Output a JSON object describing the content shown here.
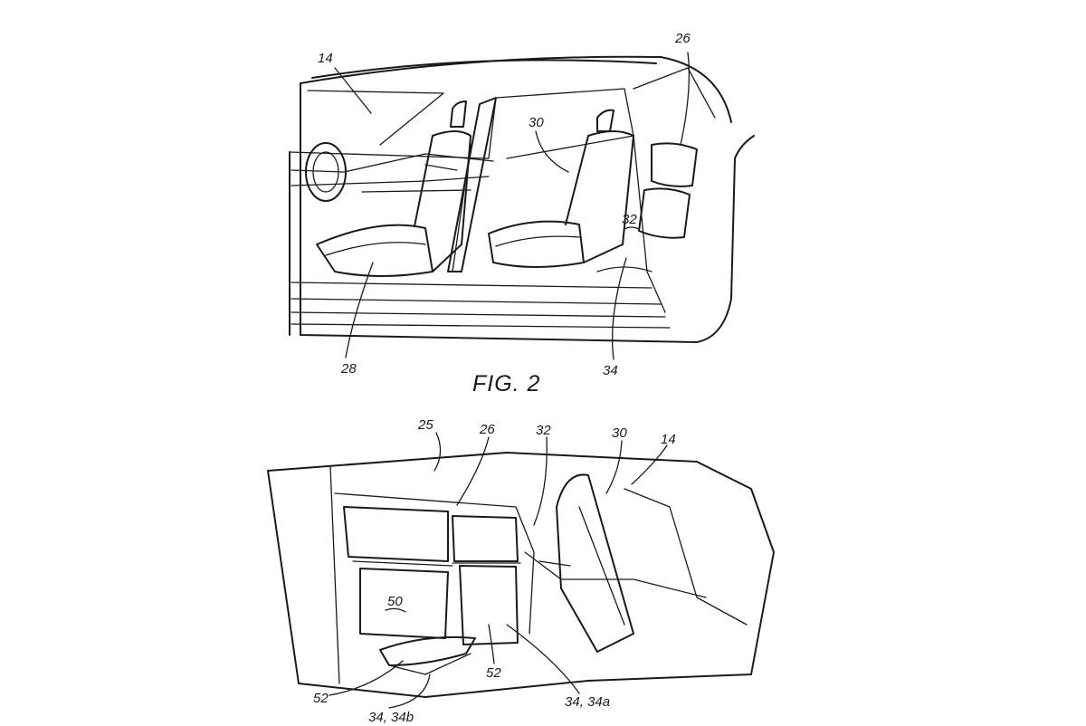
{
  "figure2": {
    "caption": "FIG. 2",
    "labels": [
      "14",
      "26",
      "30",
      "32",
      "28",
      "34"
    ]
  },
  "figure3": {
    "labels": [
      "25",
      "26",
      "32",
      "30",
      "14",
      "50",
      "52",
      "52",
      "34, 34a",
      "34, 34b"
    ]
  }
}
